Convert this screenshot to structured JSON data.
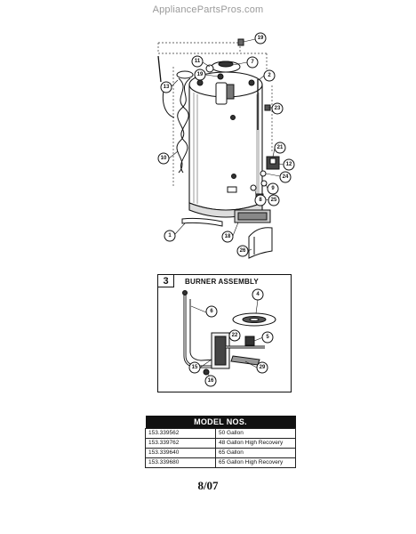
{
  "site_watermark": "AppliancePartsPros.com",
  "burner_assembly": {
    "number": "3",
    "title": "BURNER ASSEMBLY"
  },
  "callouts_main": [
    "19",
    "11",
    "7",
    "2",
    "19",
    "13",
    "23",
    "10",
    "21",
    "12",
    "24",
    "9",
    "8",
    "25",
    "1",
    "18",
    "26"
  ],
  "callouts_burner": [
    "4",
    "6",
    "22",
    "5",
    "15",
    "29",
    "16"
  ],
  "model_table": {
    "header": "MODEL NOS.",
    "rows": [
      {
        "model": "153.339562",
        "description": "50 Gallon"
      },
      {
        "model": "153.339762",
        "description": "48 Gallon High Recovery"
      },
      {
        "model": "153.339640",
        "description": "65 Gallon"
      },
      {
        "model": "153.339680",
        "description": "65 Gallon High Recovery"
      }
    ]
  },
  "footer_date": "8/07"
}
